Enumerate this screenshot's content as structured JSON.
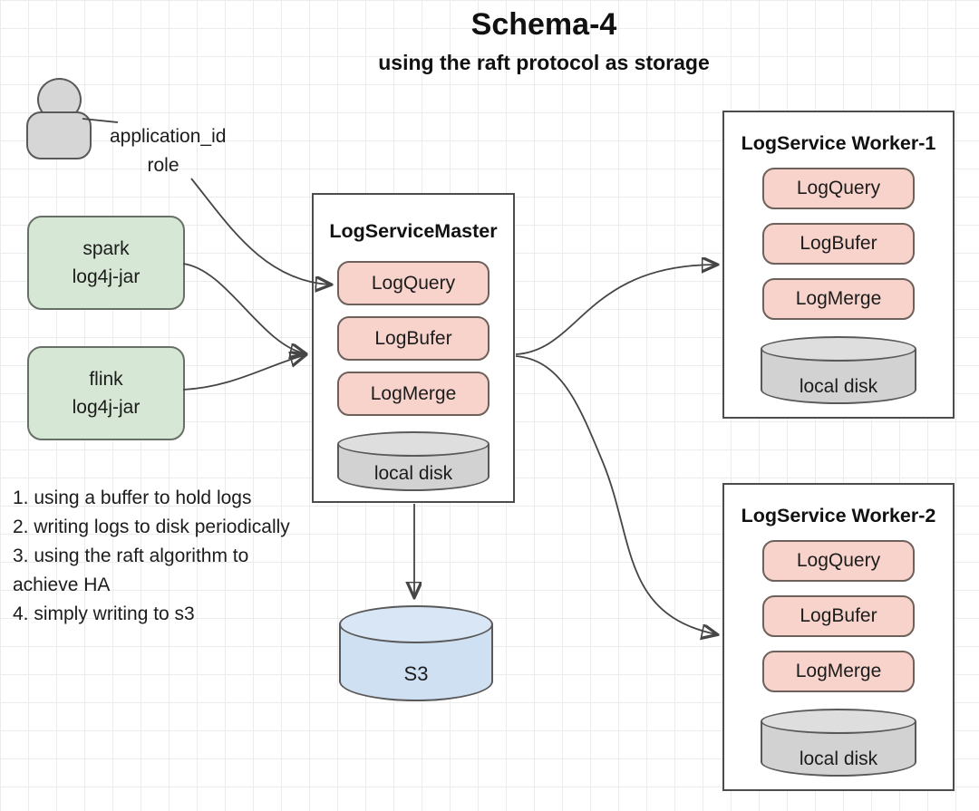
{
  "title": "Schema-4",
  "subtitle": "using the raft protocol as storage",
  "actor": {
    "icon": "person-icon",
    "label": "application_id",
    "sublabel": "role"
  },
  "sources": {
    "spark": {
      "line1": "spark",
      "line2": "log4j-jar"
    },
    "flink": {
      "line1": "flink",
      "line2": "log4j-jar"
    }
  },
  "master": {
    "title": "LogServiceMaster",
    "components": [
      "LogQuery",
      "LogBufer",
      "LogMerge"
    ],
    "disk_label": "local disk"
  },
  "workers": [
    {
      "title": "LogService Worker-1",
      "components": [
        "LogQuery",
        "LogBufer",
        "LogMerge"
      ],
      "disk_label": "local disk"
    },
    {
      "title": "LogService Worker-2",
      "components": [
        "LogQuery",
        "LogBufer",
        "LogMerge"
      ],
      "disk_label": "local disk"
    }
  ],
  "storage": {
    "s3_label": "S3"
  },
  "notes": [
    "1. using a buffer to hold logs",
    "2. writing logs to disk periodically",
    "3. using the raft algorithm to achieve HA",
    "4. simply writing to s3"
  ],
  "colors": {
    "source_fill": "#d7e7d6",
    "component_fill": "#f7d3cb",
    "disk_fill": "#d2d2d2",
    "s3_fill": "#cfe0f3",
    "stroke": "#595959",
    "grid_line": "#ececec"
  }
}
